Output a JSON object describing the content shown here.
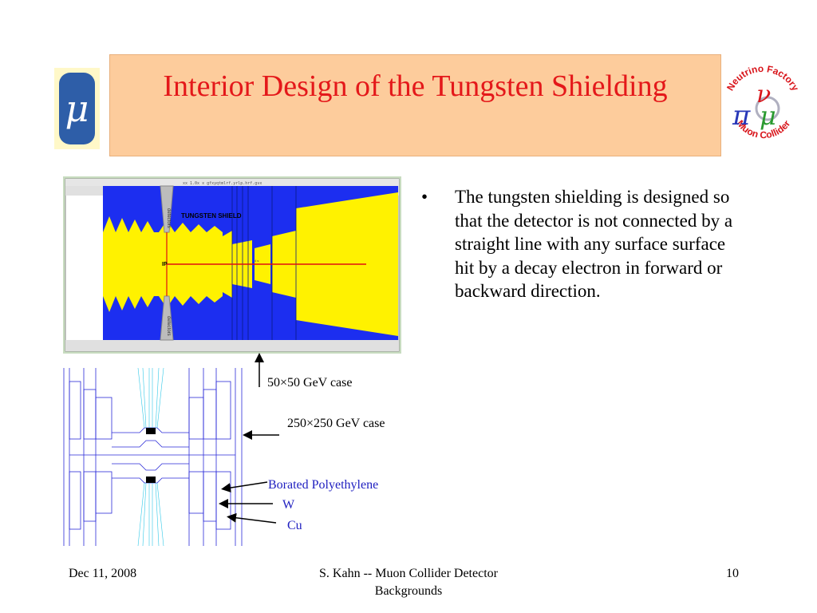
{
  "title": "Interior Design of the Tungsten Shielding",
  "logo_left": {
    "symbol": "μ"
  },
  "logo_right": {
    "text_top": "Neutrino Factory",
    "text_bottom": "Muon Collider",
    "symbols": "πνμ"
  },
  "diagram_top": {
    "header": "xx  1.0x  x  gfxyqtmlrf.yrlp.hrf.gvx",
    "shield_label": "TUNGSTEN SHIELD",
    "ip_label": "IP",
    "detectors_label": "detectors",
    "small_mark": "4  s"
  },
  "labels": {
    "case_50": "50×50 GeV case",
    "case_250": "250×250 GeV case",
    "borated": "Borated Polyethylene",
    "w": "W",
    "cu": "Cu"
  },
  "bullet": "The tungsten shielding is designed so that the detector is not connected by a straight line with any surface surface hit by a decay electron in forward or backward direction.",
  "footer": {
    "date": "Dec 11, 2008",
    "author": "S. Kahn -- Muon Collider Detector Backgrounds",
    "page": "10"
  },
  "colors": {
    "title_red": "#e4181a",
    "title_bg": "#fdcc9c",
    "mu_blue": "#2e5ea8",
    "shield_blue": "#1c2ef0",
    "shield_yellow": "#fff200",
    "label_blue": "#2020c0"
  }
}
